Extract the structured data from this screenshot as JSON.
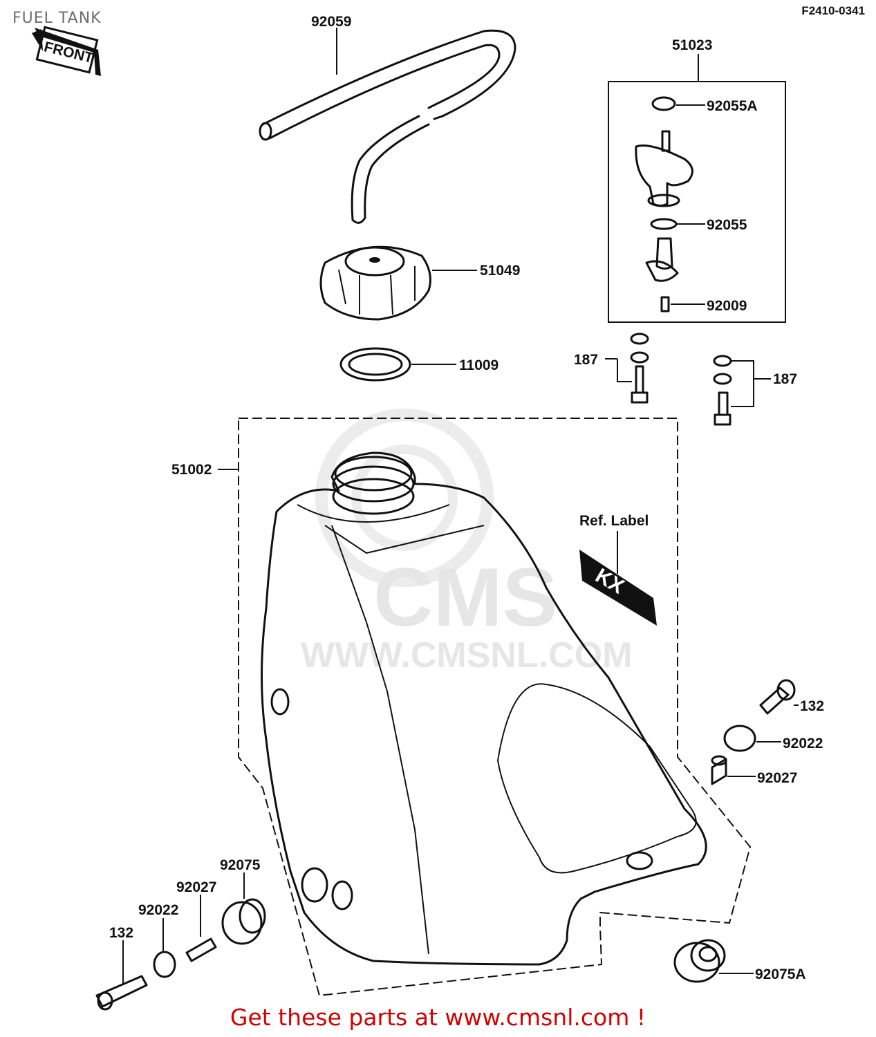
{
  "title": "FUEL TANK",
  "figure_code": "F2410-0341",
  "watermark": {
    "brand": "CMS",
    "url": "WWW.CMSNL.COM",
    "color": "#e6e6e6"
  },
  "front_marker": "FRONT",
  "ref_label": "Ref. Label",
  "label_sticker_text": "KX",
  "parts": [
    {
      "number": "92059",
      "name": "hose"
    },
    {
      "number": "51023",
      "name": "fuel cock assembly"
    },
    {
      "number": "92055A",
      "name": "o-ring"
    },
    {
      "number": "92055",
      "name": "o-ring"
    },
    {
      "number": "92009",
      "name": "screw"
    },
    {
      "number": "51049",
      "name": "fuel cap"
    },
    {
      "number": "11009",
      "name": "gasket"
    },
    {
      "number": "187",
      "name": "bolt set left"
    },
    {
      "number": "187",
      "name": "bolt set right"
    },
    {
      "number": "51002",
      "name": "fuel tank"
    },
    {
      "number": "132",
      "name": "bolt right"
    },
    {
      "number": "92022",
      "name": "washer right"
    },
    {
      "number": "92027",
      "name": "collar right"
    },
    {
      "number": "92075",
      "name": "rubber damper left"
    },
    {
      "number": "92027",
      "name": "collar left"
    },
    {
      "number": "92022",
      "name": "washer left"
    },
    {
      "number": "132",
      "name": "bolt left"
    },
    {
      "number": "92075A",
      "name": "rubber damper rear"
    }
  ],
  "footer": {
    "text": "Get these parts at www.cmsnl.com !",
    "color": "#d40000"
  }
}
